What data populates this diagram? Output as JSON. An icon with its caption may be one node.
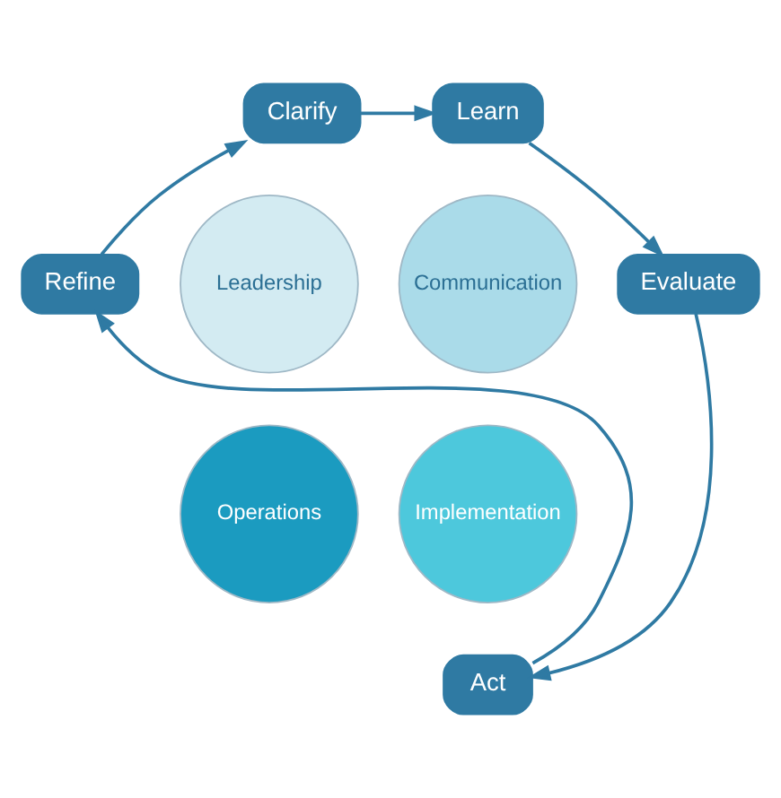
{
  "diagram": {
    "nodes": [
      {
        "text": [
          "Clarify"
        ]
      },
      {
        "text": [
          "Learn"
        ]
      },
      {
        "text": [
          "Evaluate"
        ]
      },
      {
        "text": [
          "Act"
        ]
      },
      {
        "text": [
          "Refine"
        ]
      },
      {
        "text": [
          "Leadership"
        ]
      },
      {
        "text": [
          "Communication"
        ]
      },
      {
        "text": [
          "Operations"
        ]
      },
      {
        "text": [
          "Implementation"
        ]
      }
    ],
    "edges": [
      {
        "from": 0,
        "to": 1,
        "arrow": "to"
      },
      {
        "from": 1,
        "to": 2,
        "arrow": "to"
      },
      {
        "from": 2,
        "to": 3,
        "arrow": "to"
      },
      {
        "from": 3,
        "to": 4,
        "arrow": "to"
      },
      {
        "from": 4,
        "to": 0,
        "arrow": "to"
      }
    ]
  }
}
